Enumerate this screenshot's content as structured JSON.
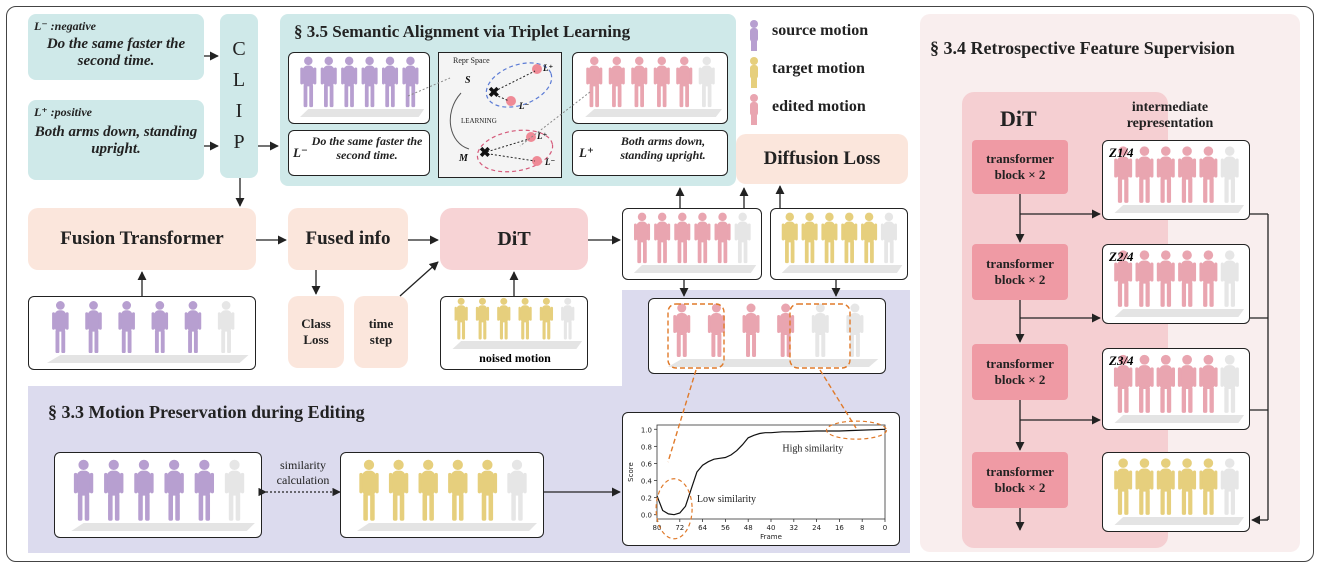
{
  "colors": {
    "source": "#b79fd0",
    "target": "#e6cf7d",
    "edited": "#e9a5b0",
    "ghost": "#e6e6e6"
  },
  "text_inputs": {
    "negative_tag": "L⁻ :negative",
    "negative_text": "Do the same faster the second time.",
    "positive_tag": "L⁺ :positive",
    "positive_text": "Both arms down, standing upright."
  },
  "clip_letters": [
    "C",
    "L",
    "I",
    "P"
  ],
  "semantic_section": {
    "title": "§ 3.5 Semantic Alignment via Triplet Learning",
    "repr_space": "Repr Space",
    "S": "S",
    "M": "M",
    "learning": "LEARNING",
    "l_plus": "L⁺",
    "l_minus": "L⁻",
    "neg_label": "L⁻",
    "neg_text": "Do the same faster the second time.",
    "pos_label": "L⁺",
    "pos_text": "Both arms down, standing upright."
  },
  "legend": [
    {
      "label": "source motion",
      "color": "#b79fd0"
    },
    {
      "label": "target motion",
      "color": "#e6cf7d"
    },
    {
      "label": "edited motion",
      "color": "#e9a5b0"
    }
  ],
  "pipeline": {
    "fusion": "Fusion Transformer",
    "fused": "Fused info",
    "dit": "DiT",
    "class_loss": "Class Loss",
    "timestep": "time step",
    "noised": "noised motion",
    "diffusion_loss": "Diffusion Loss"
  },
  "preservation": {
    "title": "§ 3.3 Motion Preservation during Editing",
    "similarity": "similarity calculation"
  },
  "retro": {
    "title": "§ 3.4 Retrospective Feature Supervision",
    "dit": "DiT",
    "intermediate": "intermediate representation",
    "block": "transformer block × 2",
    "z": [
      "Z1/4",
      "Z2/4",
      "Z3/4"
    ]
  },
  "chart_data": {
    "type": "line",
    "xlabel": "Frame",
    "ylabel": "Score",
    "x_ticks": [
      80,
      72,
      64,
      56,
      48,
      40,
      32,
      24,
      16,
      8,
      0
    ],
    "y_ticks": [
      0.0,
      0.2,
      0.4,
      0.6,
      0.8,
      1.0
    ],
    "xlim": [
      80,
      0
    ],
    "ylim": [
      -0.05,
      1.05
    ],
    "series": [
      {
        "x": [
          80,
          78,
          76,
          74,
          72,
          70,
          68,
          66,
          64,
          62,
          60,
          58,
          56,
          54,
          52,
          50,
          48,
          46,
          44,
          42,
          40,
          36,
          32,
          24,
          16,
          8,
          0
        ],
        "y": [
          0.22,
          0.05,
          0.01,
          0.0,
          0.02,
          0.1,
          0.3,
          0.5,
          0.58,
          0.62,
          0.65,
          0.66,
          0.67,
          0.7,
          0.75,
          0.82,
          0.9,
          0.93,
          0.95,
          0.96,
          0.96,
          0.97,
          0.97,
          0.98,
          0.98,
          0.99,
          1.0
        ]
      }
    ],
    "annotations": [
      "High similarity",
      "Low similarity"
    ]
  }
}
